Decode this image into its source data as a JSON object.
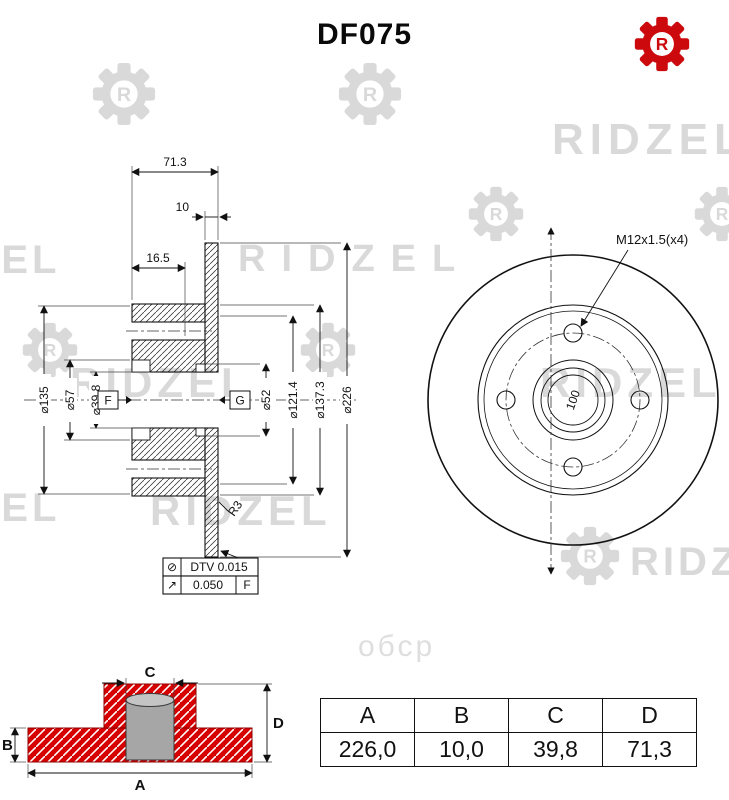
{
  "page": {
    "title": "DF075",
    "brand_letter": "R",
    "watermark_text": "RIDZEL",
    "photo_watermark": "обср"
  },
  "colors": {
    "accent_red": "#cc0a0e",
    "watermark_gray": "#d9d9d9",
    "schematic_red": "#d60000",
    "line_black": "#111111"
  },
  "section_view": {
    "dim_total_width": "71.3",
    "dim_disc_thickness": "10",
    "dim_hub_depth": "16.5",
    "dia_135": "⌀135",
    "dia_57": "⌀57",
    "dia_39_8": "⌀39.8",
    "dia_52": "⌀52",
    "dia_121_4": "⌀121.4",
    "dia_137_3": "⌀137.3",
    "dia_226": "⌀226",
    "datum_f": "F",
    "datum_g": "G",
    "radius_note": "R3",
    "tolerance_rows": [
      {
        "symbol": "⊘",
        "value": "DTV 0.015",
        "ref": ""
      },
      {
        "symbol": "↗",
        "value": "0.050",
        "ref": "F"
      }
    ]
  },
  "front_view": {
    "thread_label": "M12x1.5(x4)",
    "pcd_label": "100"
  },
  "schematic": {
    "labels": {
      "a": "A",
      "b": "B",
      "c": "C",
      "d": "D"
    }
  },
  "table": {
    "headers": [
      "A",
      "B",
      "C",
      "D"
    ],
    "values": [
      "226,0",
      "10,0",
      "39,8",
      "71,3"
    ]
  }
}
